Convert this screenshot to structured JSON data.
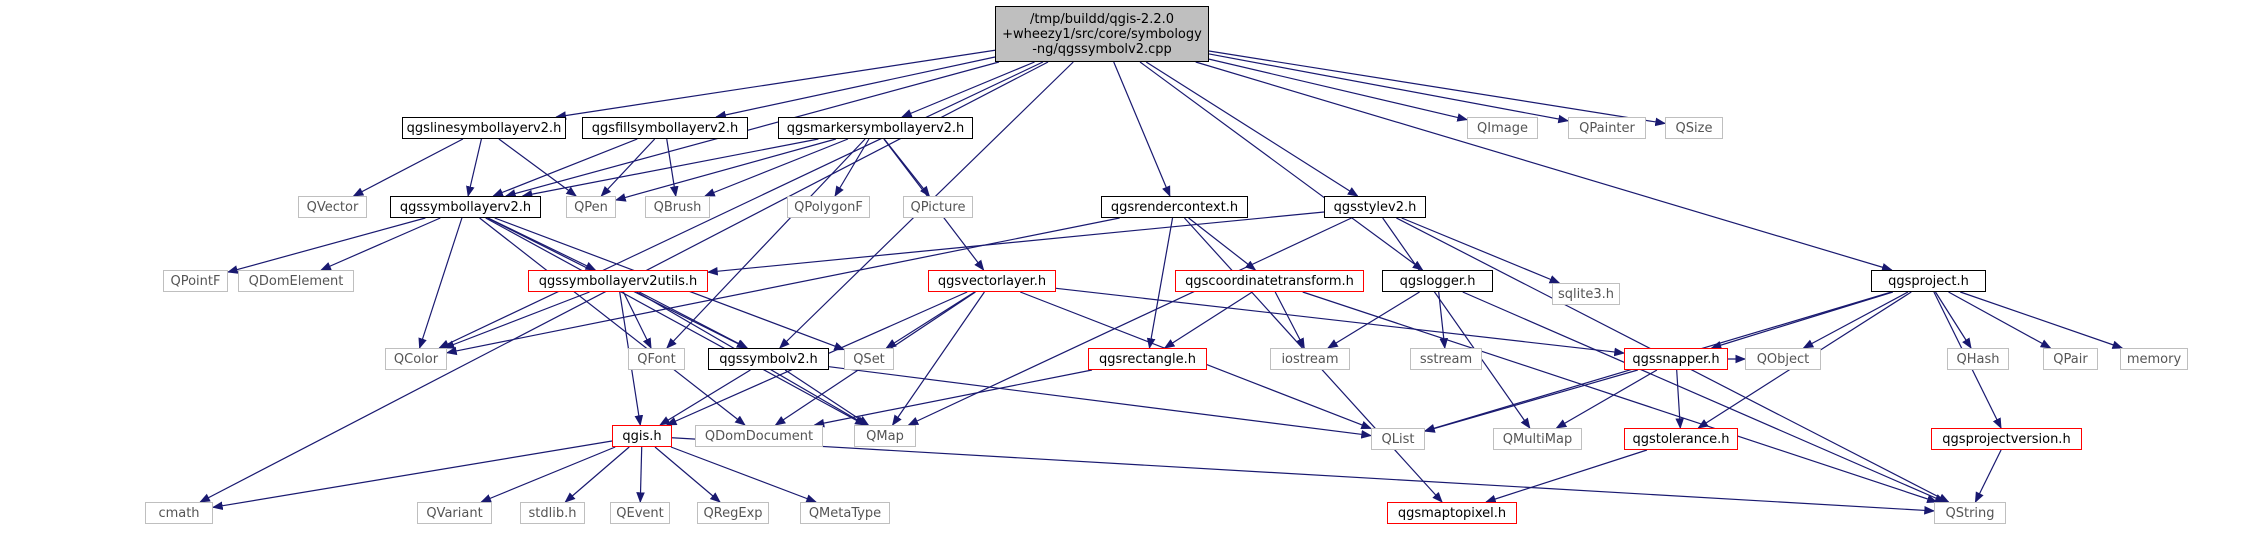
{
  "graph": {
    "root": {
      "lines": [
        "/tmp/buildd/qgis-2.2.0",
        "+wheezy1/src/core/symbology",
        "-ng/qgssymbolv2.cpp"
      ]
    },
    "nodes": {
      "qgslinesymbollayerv2": {
        "label": "qgslinesymbollayerv2.h",
        "kind": "black"
      },
      "qgsfillsymbollayerv2": {
        "label": "qgsfillsymbollayerv2.h",
        "kind": "black"
      },
      "qgsmarkersymbollayerv2": {
        "label": "qgsmarkersymbollayerv2.h",
        "kind": "black"
      },
      "qgsrendercontext": {
        "label": "qgsrendercontext.h",
        "kind": "black"
      },
      "qgsstylev2": {
        "label": "qgsstylev2.h",
        "kind": "black"
      },
      "qimage": {
        "label": "QImage",
        "kind": "gray"
      },
      "qpainter": {
        "label": "QPainter",
        "kind": "gray"
      },
      "qsize": {
        "label": "QSize",
        "kind": "gray"
      },
      "qvector": {
        "label": "QVector",
        "kind": "gray"
      },
      "qgssymbollayerv2": {
        "label": "qgssymbollayerv2.h",
        "kind": "black"
      },
      "qpen": {
        "label": "QPen",
        "kind": "gray"
      },
      "qbrush": {
        "label": "QBrush",
        "kind": "gray"
      },
      "qpolygonf": {
        "label": "QPolygonF",
        "kind": "gray"
      },
      "qpicture": {
        "label": "QPicture",
        "kind": "gray"
      },
      "qpointf": {
        "label": "QPointF",
        "kind": "gray"
      },
      "qdomelement": {
        "label": "QDomElement",
        "kind": "gray"
      },
      "qgssymbollayerv2utils": {
        "label": "qgssymbollayerv2utils.h",
        "kind": "red"
      },
      "qgsvectorlayer": {
        "label": "qgsvectorlayer.h",
        "kind": "red"
      },
      "qgscoordinatetransform": {
        "label": "qgscoordinatetransform.h",
        "kind": "red"
      },
      "qgslogger": {
        "label": "qgslogger.h",
        "kind": "black"
      },
      "sqlite3": {
        "label": "sqlite3.h",
        "kind": "gray"
      },
      "qgsproject": {
        "label": "qgsproject.h",
        "kind": "black"
      },
      "qcolor": {
        "label": "QColor",
        "kind": "gray"
      },
      "qfont": {
        "label": "QFont",
        "kind": "gray"
      },
      "qgssymbolv2": {
        "label": "qgssymbolv2.h",
        "kind": "black"
      },
      "qset": {
        "label": "QSet",
        "kind": "gray"
      },
      "qgsrectangle": {
        "label": "qgsrectangle.h",
        "kind": "red"
      },
      "iostream": {
        "label": "iostream",
        "kind": "gray"
      },
      "sstream": {
        "label": "sstream",
        "kind": "gray"
      },
      "qgssnapper": {
        "label": "qgssnapper.h",
        "kind": "red"
      },
      "qobject": {
        "label": "QObject",
        "kind": "gray"
      },
      "qhash": {
        "label": "QHash",
        "kind": "gray"
      },
      "qpair": {
        "label": "QPair",
        "kind": "gray"
      },
      "memory": {
        "label": "memory",
        "kind": "gray"
      },
      "qgis": {
        "label": "qgis.h",
        "kind": "red"
      },
      "qdomdocument": {
        "label": "QDomDocument",
        "kind": "gray"
      },
      "qmap": {
        "label": "QMap",
        "kind": "gray"
      },
      "qlist": {
        "label": "QList",
        "kind": "gray"
      },
      "qmultimap": {
        "label": "QMultiMap",
        "kind": "gray"
      },
      "qgstolerance": {
        "label": "qgstolerance.h",
        "kind": "red"
      },
      "qgsprojectversion": {
        "label": "qgsprojectversion.h",
        "kind": "red"
      },
      "cmath": {
        "label": "cmath",
        "kind": "gray"
      },
      "qvariant": {
        "label": "QVariant",
        "kind": "gray"
      },
      "stdlib": {
        "label": "stdlib.h",
        "kind": "gray"
      },
      "qevent": {
        "label": "QEvent",
        "kind": "gray"
      },
      "qregexp": {
        "label": "QRegExp",
        "kind": "gray"
      },
      "qmetatype": {
        "label": "QMetaType",
        "kind": "gray"
      },
      "qgsmaptopixel": {
        "label": "qgsmaptopixel.h",
        "kind": "red"
      },
      "qstring": {
        "label": "QString",
        "kind": "gray"
      }
    },
    "edges": [
      [
        "root",
        "qgslinesymbollayerv2"
      ],
      [
        "root",
        "qgsfillsymbollayerv2"
      ],
      [
        "root",
        "qgsmarkersymbollayerv2"
      ],
      [
        "root",
        "qgsrendercontext"
      ],
      [
        "root",
        "qgsstylev2"
      ],
      [
        "root",
        "qimage"
      ],
      [
        "root",
        "qpainter"
      ],
      [
        "root",
        "qsize"
      ],
      [
        "root",
        "qgssymbollayerv2"
      ],
      [
        "root",
        "qcolor"
      ],
      [
        "root",
        "qgssymbolv2"
      ],
      [
        "root",
        "qgslogger"
      ],
      [
        "root",
        "qgsproject"
      ],
      [
        "root",
        "cmath"
      ],
      [
        "qgslinesymbollayerv2",
        "qvector"
      ],
      [
        "qgslinesymbollayerv2",
        "qgssymbollayerv2"
      ],
      [
        "qgslinesymbollayerv2",
        "qpen"
      ],
      [
        "qgsfillsymbollayerv2",
        "qgssymbollayerv2"
      ],
      [
        "qgsfillsymbollayerv2",
        "qpen"
      ],
      [
        "qgsfillsymbollayerv2",
        "qbrush"
      ],
      [
        "qgsmarkersymbollayerv2",
        "qgssymbollayerv2"
      ],
      [
        "qgsmarkersymbollayerv2",
        "qpen"
      ],
      [
        "qgsmarkersymbollayerv2",
        "qbrush"
      ],
      [
        "qgsmarkersymbollayerv2",
        "qpolygonf"
      ],
      [
        "qgsmarkersymbollayerv2",
        "qpicture"
      ],
      [
        "qgsmarkersymbollayerv2",
        "qfont"
      ],
      [
        "qgsmarkersymbollayerv2",
        "qgsvectorlayer"
      ],
      [
        "qgssymbollayerv2",
        "qpointf"
      ],
      [
        "qgssymbollayerv2",
        "qdomelement"
      ],
      [
        "qgssymbollayerv2",
        "qgssymbollayerv2utils"
      ],
      [
        "qgssymbollayerv2",
        "qcolor"
      ],
      [
        "qgssymbollayerv2",
        "qgssymbolv2"
      ],
      [
        "qgssymbollayerv2",
        "qset"
      ],
      [
        "qgssymbollayerv2",
        "qdomdocument"
      ],
      [
        "qgssymbollayerv2",
        "qmap"
      ],
      [
        "qgsrendercontext",
        "qcolor"
      ],
      [
        "qgsrendercontext",
        "qgscoordinatetransform"
      ],
      [
        "qgsrendercontext",
        "qgsrectangle"
      ],
      [
        "qgsrendercontext",
        "qgsmaptopixel"
      ],
      [
        "qgsstylev2",
        "qgssymbollayerv2utils"
      ],
      [
        "qgsstylev2",
        "sqlite3"
      ],
      [
        "qgsstylev2",
        "qmultimap"
      ],
      [
        "qgsstylev2",
        "qmap"
      ],
      [
        "qgsstylev2",
        "qstring"
      ],
      [
        "qgssymbollayerv2utils",
        "qcolor"
      ],
      [
        "qgssymbollayerv2utils",
        "qfont"
      ],
      [
        "qgssymbollayerv2utils",
        "qgssymbolv2"
      ],
      [
        "qgssymbollayerv2utils",
        "qgis"
      ],
      [
        "qgssymbollayerv2utils",
        "qmap"
      ],
      [
        "qgsvectorlayer",
        "qset"
      ],
      [
        "qgsvectorlayer",
        "qgssnapper"
      ],
      [
        "qgsvectorlayer",
        "qmap"
      ],
      [
        "qgsvectorlayer",
        "qlist"
      ],
      [
        "qgsvectorlayer",
        "qgis"
      ],
      [
        "qgsvectorlayer",
        "qdomdocument"
      ],
      [
        "qgscoordinatetransform",
        "qgsrectangle"
      ],
      [
        "qgscoordinatetransform",
        "iostream"
      ],
      [
        "qgscoordinatetransform",
        "qstring"
      ],
      [
        "qgslogger",
        "iostream"
      ],
      [
        "qgslogger",
        "sstream"
      ],
      [
        "qgslogger",
        "qstring"
      ],
      [
        "qgsproject",
        "qgssnapper"
      ],
      [
        "qgsproject",
        "qobject"
      ],
      [
        "qgsproject",
        "qhash"
      ],
      [
        "qgsproject",
        "qpair"
      ],
      [
        "qgsproject",
        "memory"
      ],
      [
        "qgsproject",
        "qlist"
      ],
      [
        "qgsproject",
        "qgstolerance"
      ],
      [
        "qgsproject",
        "qgsprojectversion"
      ],
      [
        "qgssymbolv2",
        "qgis"
      ],
      [
        "qgssymbolv2",
        "qmap"
      ],
      [
        "qgssymbolv2",
        "qlist"
      ],
      [
        "qgsrectangle",
        "qdomdocument"
      ],
      [
        "qgssnapper",
        "qlist"
      ],
      [
        "qgssnapper",
        "qmultimap"
      ],
      [
        "qgssnapper",
        "qgstolerance"
      ],
      [
        "qgssnapper",
        "qobject"
      ],
      [
        "qgstolerance",
        "qgsmaptopixel"
      ],
      [
        "qgsprojectversion",
        "qstring"
      ],
      [
        "qgis",
        "cmath"
      ],
      [
        "qgis",
        "qvariant"
      ],
      [
        "qgis",
        "stdlib"
      ],
      [
        "qgis",
        "qevent"
      ],
      [
        "qgis",
        "qregexp"
      ],
      [
        "qgis",
        "qmetatype"
      ],
      [
        "qgis",
        "qstring"
      ]
    ]
  }
}
